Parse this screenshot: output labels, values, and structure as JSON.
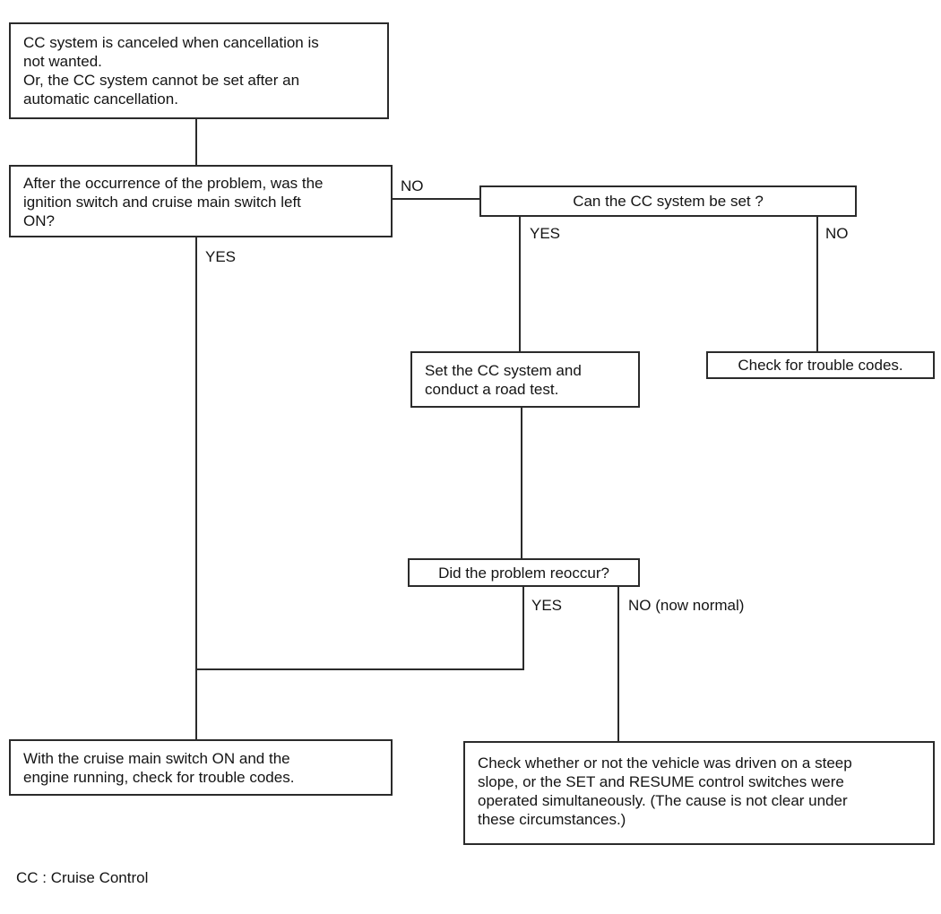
{
  "diagram": {
    "nodes": {
      "start": "CC system is canceled when cancellation is\nnot wanted.\nOr, the CC system cannot be set after an\nautomatic cancellation.",
      "q_ignition": "After the occurrence of the problem, was the\nignition switch and cruise main switch left\nON?",
      "q_can_set": "Can the CC system be set ?",
      "set_and_test": "Set the CC system and\nconduct a road test.",
      "check_codes": "Check for trouble codes.",
      "q_reoccur": "Did the problem reoccur?",
      "check_codes_engine": "With the cruise main switch ON and the\nengine running, check for trouble codes.",
      "check_slope": "Check whether or not the vehicle was driven on a steep\nslope, or the SET and RESUME control switches were\noperated simultaneously. (The cause is not clear under\nthese circumstances.)"
    },
    "labels": {
      "no_ignition": "NO",
      "yes_ignition": "YES",
      "yes_can_set": "YES",
      "no_can_set": "NO",
      "yes_reoccur": "YES",
      "no_reoccur": "NO (now normal)"
    },
    "legend": "CC : Cruise Control",
    "colors": {
      "background": "#ffffff",
      "line": "#2b2b2b",
      "text": "#141414"
    }
  }
}
